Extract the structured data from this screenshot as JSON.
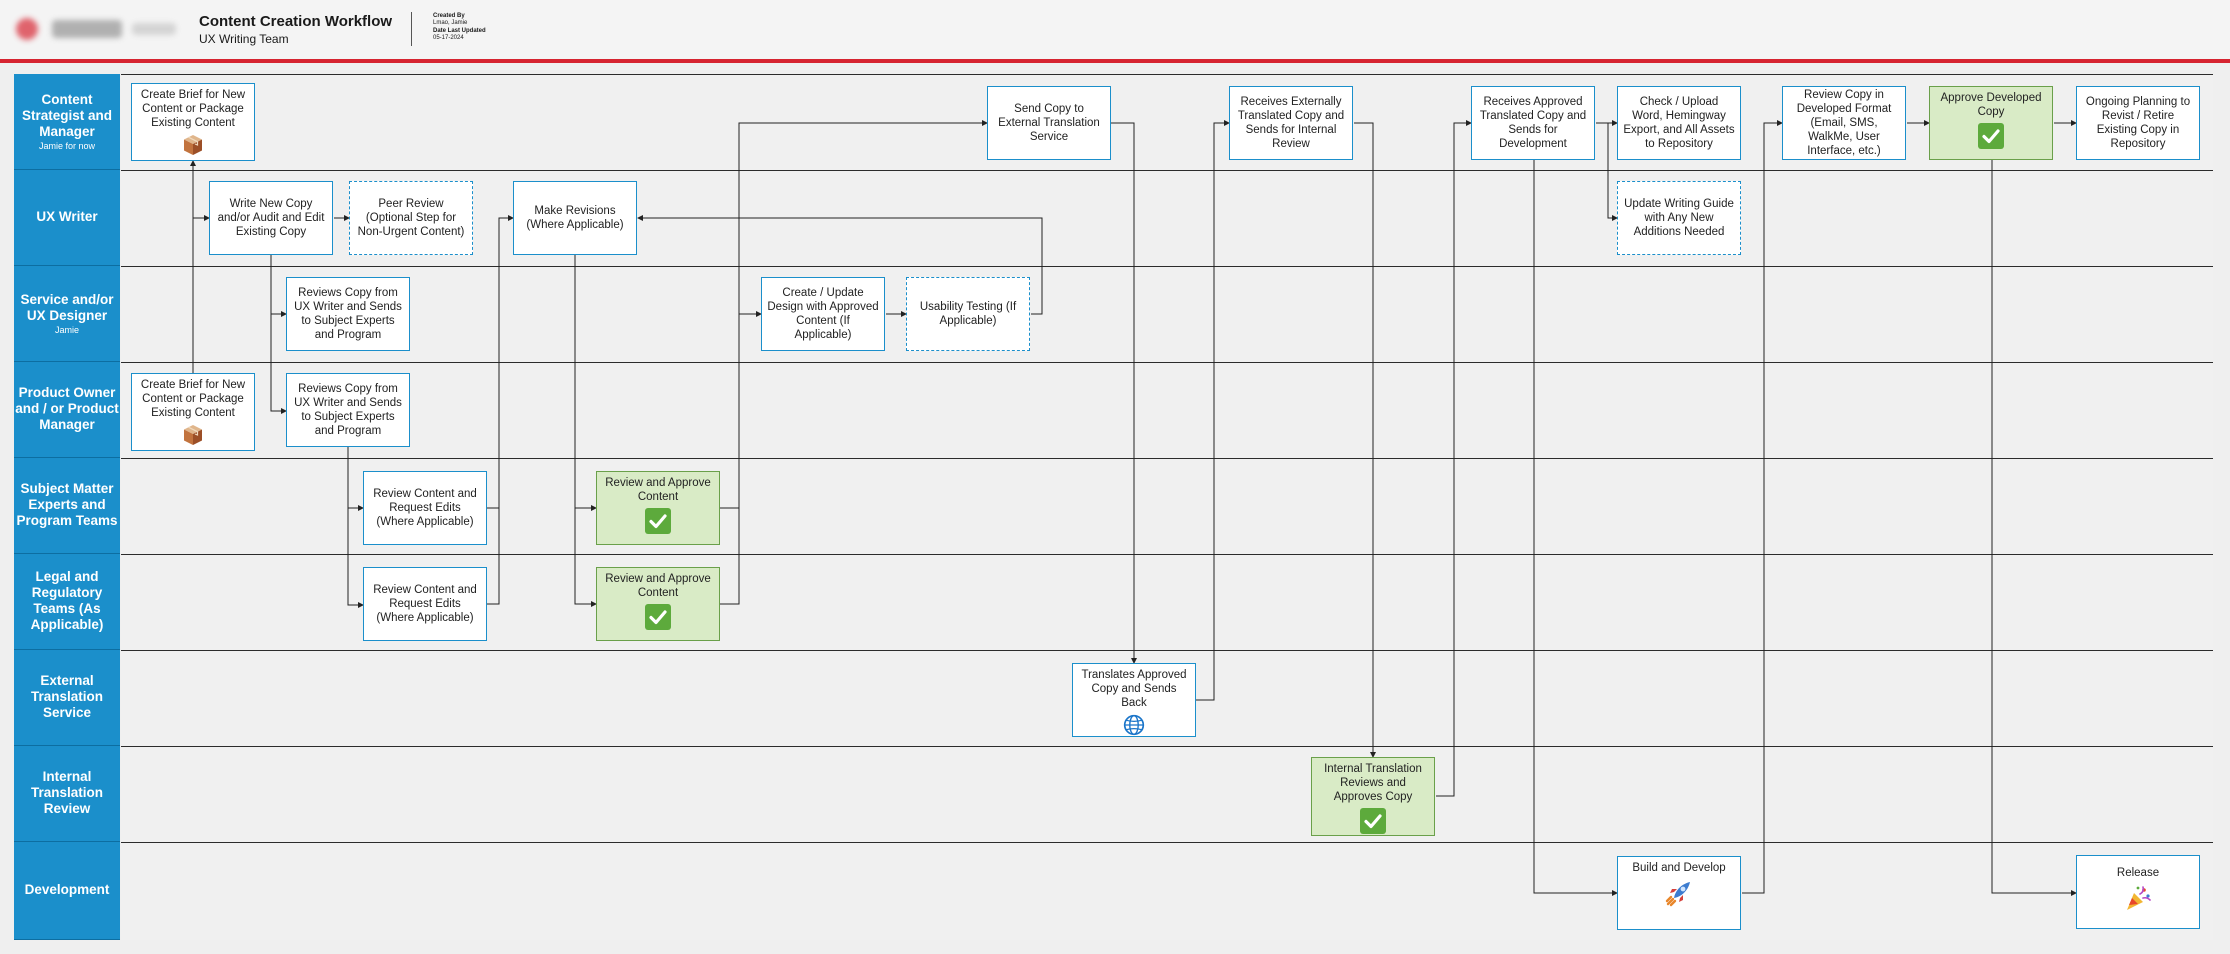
{
  "header": {
    "title": "Content Creation Workflow",
    "subtitle": "UX Writing Team",
    "created_by_label": "Created By",
    "created_by_value": "Lmao, Jamie",
    "date_label": "Date Last Updated",
    "date_value": "05-17-2024"
  },
  "colors": {
    "lane_label_bg": "#1b8fcb",
    "node_border": "#1b8fcb",
    "approve_fill": "#d9ebc6",
    "header_rule": "#d62430"
  },
  "lanes": [
    {
      "title": "Content Strategist and Manager",
      "sub": "Jamie for now"
    },
    {
      "title": "UX Writer",
      "sub": ""
    },
    {
      "title": "Service and/or UX Designer",
      "sub": "Jamie"
    },
    {
      "title": "Product Owner and / or Product Manager",
      "sub": ""
    },
    {
      "title": "Subject Matter Experts and Program Teams",
      "sub": ""
    },
    {
      "title": "Legal and Regulatory Teams (As Applicable)",
      "sub": ""
    },
    {
      "title": "External Translation Service",
      "sub": ""
    },
    {
      "title": "Internal Translation Review",
      "sub": ""
    },
    {
      "title": "Development",
      "sub": ""
    }
  ],
  "nodes": {
    "brief_csm": {
      "text": "Create Brief for New Content or Package Existing Content",
      "icon": "package-icon"
    },
    "write_copy": {
      "text": "Write New Copy and/or Audit and Edit Existing Copy"
    },
    "peer_review": {
      "text": "Peer Review (Optional Step for Non-Urgent Content)"
    },
    "designer_review": {
      "text": "Reviews Copy from UX Writer and Sends to Subject Experts and Program"
    },
    "brief_po": {
      "text": "Create Brief for New Content or Package Existing Content",
      "icon": "package-icon"
    },
    "po_review": {
      "text": "Reviews Copy from UX Writer and Sends to Subject Experts and Program"
    },
    "sme_edits": {
      "text": "Review Content and Request Edits (Where Applicable)"
    },
    "legal_edits": {
      "text": "Review Content and Request Edits (Where Applicable)"
    },
    "make_revisions": {
      "text": "Make Revisions (Where Applicable)"
    },
    "sme_approve": {
      "text": "Review and Approve Content",
      "icon": "check-icon"
    },
    "legal_approve": {
      "text": "Review and Approve Content",
      "icon": "check-icon"
    },
    "create_design": {
      "text": "Create / Update Design with Approved Content (If Applicable)"
    },
    "usability": {
      "text": "Usability Testing (If Applicable)"
    },
    "send_ext": {
      "text": "Send Copy to External Translation Service"
    },
    "translate": {
      "text": "Translates Approved Copy and Sends Back",
      "icon": "globe-icon"
    },
    "receives_ext": {
      "text": "Receives Externally Translated Copy and Sends for Internal Review"
    },
    "int_review": {
      "text": "Internal Translation Reviews and Approves Copy",
      "icon": "check-icon"
    },
    "receives_approved": {
      "text": "Receives Approved Translated Copy and Sends for Development"
    },
    "upload": {
      "text": "Check / Upload Word, Hemingway Export, and All Assets to Repository"
    },
    "writing_guide": {
      "text": "Update Writing Guide with Any New Additions Needed"
    },
    "build": {
      "text": "Build and Develop",
      "icon": "rocket-icon"
    },
    "review_dev": {
      "text": "Review Copy in Developed Format (Email, SMS, WalkMe, User Interface, etc.)"
    },
    "approve_dev": {
      "text": "Approve Developed Copy",
      "icon": "check-icon"
    },
    "ongoing": {
      "text": "Ongoing Planning to Revist / Retire Existing Copy in Repository"
    },
    "release": {
      "text": "Release",
      "icon": "party-popper-icon"
    }
  }
}
